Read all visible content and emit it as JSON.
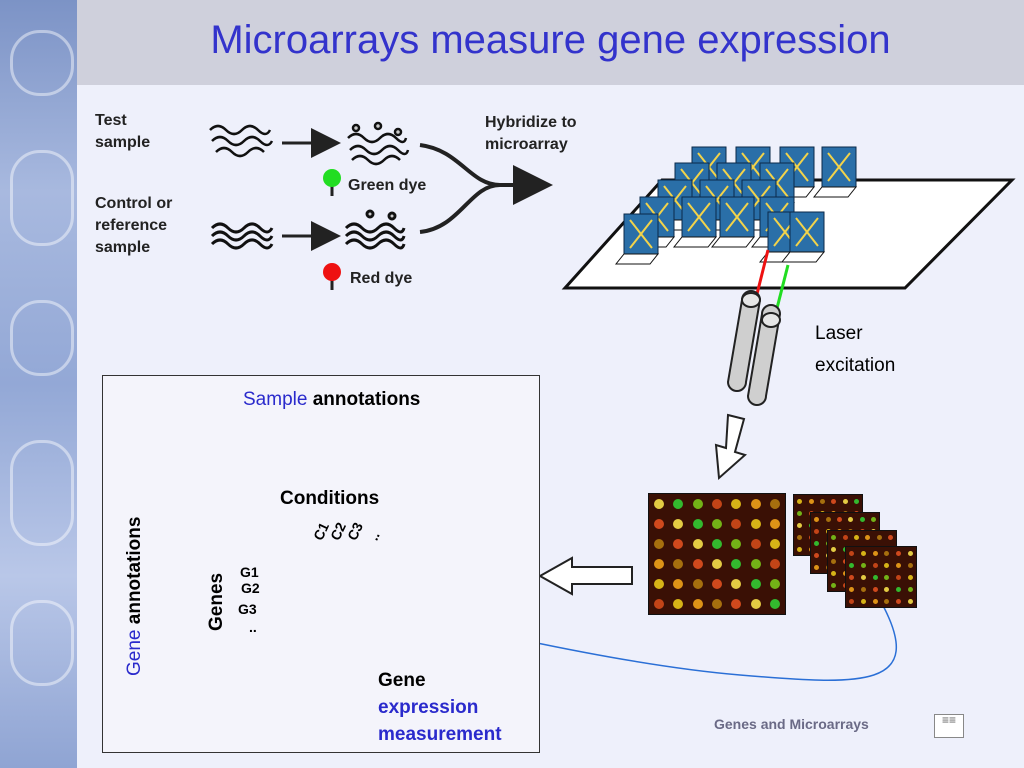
{
  "title": "Microarrays measure gene expression",
  "left_panel": {
    "test_sample": "Test\nsample",
    "control_sample": "Control or\nreference\nsample",
    "green_dye": "Green dye",
    "red_dye": "Red dye",
    "hybridize": "Hybridize to\nmicroarray"
  },
  "laser": "Laser\nexcitation",
  "matrix": {
    "sample_word": "Sample",
    "annotations_word": "annotations",
    "gene_word": "Gene",
    "conditions": "Conditions",
    "genes": "Genes",
    "columns": [
      "C1",
      "C2",
      "C3",
      ".."
    ],
    "rows": [
      "G1",
      "G2",
      "G3",
      ".."
    ],
    "measurement_gene": "Gene",
    "measurement_expression": "expression",
    "measurement_measurement": "measurement"
  },
  "footer": "Genes and Microarrays",
  "colors": {
    "title": "#3333cc",
    "accent_blue": "#2a2acc",
    "green_dye": "#22dd22",
    "red_dye": "#ee1111",
    "cell": "#22aa88"
  }
}
